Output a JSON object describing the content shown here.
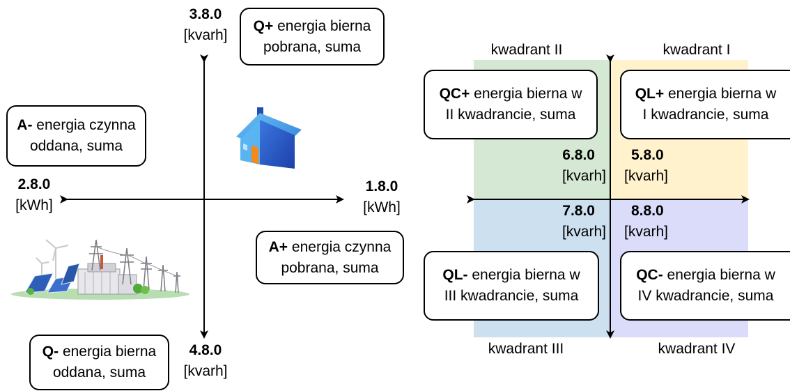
{
  "left": {
    "q_plus_box": {
      "prefix": "Q+",
      "line1_rest": " energia bierna",
      "line2": "pobrana, suma"
    },
    "a_minus_box": {
      "prefix": "A-",
      "line1_rest": " energia czynna",
      "line2": "oddana, suma"
    },
    "a_plus_box": {
      "prefix": "A+",
      "line1_rest": " energia czynna",
      "line2": "pobrana, suma"
    },
    "q_minus_box": {
      "prefix": "Q-",
      "line1_rest": " energia bierna",
      "line2": "oddana, suma"
    },
    "code_top": {
      "num": "3.8.0",
      "unit": "[kvarh]"
    },
    "code_left": {
      "num": "2.8.0",
      "unit": "[kWh]"
    },
    "code_right": {
      "num": "1.8.0",
      "unit": "[kWh]"
    },
    "code_bottom": {
      "num": "4.8.0",
      "unit": "[kvarh]"
    }
  },
  "right": {
    "quadrant_labels": {
      "q2": "kwadrant II",
      "q1": "kwadrant I",
      "q3": "kwadrant III",
      "q4": "kwadrant IV"
    },
    "qc_plus_box": {
      "prefix": "QC+",
      "line1_rest": " energia bierna w",
      "line2": "II kwadrancie, suma"
    },
    "ql_plus_box": {
      "prefix": "QL+",
      "line1_rest": " energia bierna w",
      "line2": "I kwadrancie, suma"
    },
    "ql_minus_box": {
      "prefix": "QL-",
      "line1_rest": " energia bierna w",
      "line2": "III kwadrancie, suma"
    },
    "qc_minus_box": {
      "prefix": "QC-",
      "line1_rest": " energia bierna w",
      "line2": "IV kwadrancie, suma"
    },
    "code_q2": {
      "num": "6.8.0",
      "unit": "[kvarh]"
    },
    "code_q1": {
      "num": "5.8.0",
      "unit": "[kvarh]"
    },
    "code_q3": {
      "num": "7.8.0",
      "unit": "[kvarh]"
    },
    "code_q4": {
      "num": "8.8.0",
      "unit": "[kvarh]"
    }
  },
  "colors": {
    "q1_bg": "#fff2cc",
    "q2_bg": "#d5e8d4",
    "q3_bg": "#cce0ef",
    "q4_bg": "#dadcfa"
  },
  "icons": [
    "house-icon",
    "power-plant-icon"
  ]
}
